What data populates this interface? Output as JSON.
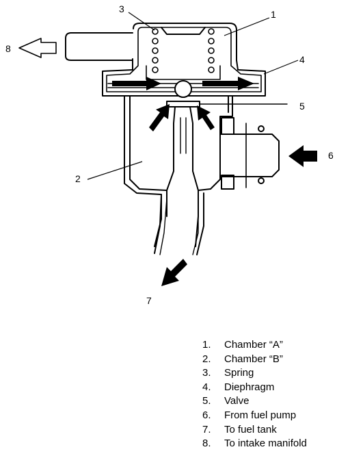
{
  "callouts": {
    "c1": "1",
    "c2": "2",
    "c3": "3",
    "c4": "4",
    "c5": "5",
    "c6": "6",
    "c7": "7",
    "c8": "8"
  },
  "legend": [
    {
      "num": "1.",
      "text": "Chamber “A”"
    },
    {
      "num": "2.",
      "text": "Chamber “B”"
    },
    {
      "num": "3.",
      "text": "Spring"
    },
    {
      "num": "4.",
      "text": "Diephragm"
    },
    {
      "num": "5.",
      "text": "Valve"
    },
    {
      "num": "6.",
      "text": "From fuel pump"
    },
    {
      "num": "7.",
      "text": "To fuel tank"
    },
    {
      "num": "8.",
      "text": "To intake manifold"
    }
  ]
}
